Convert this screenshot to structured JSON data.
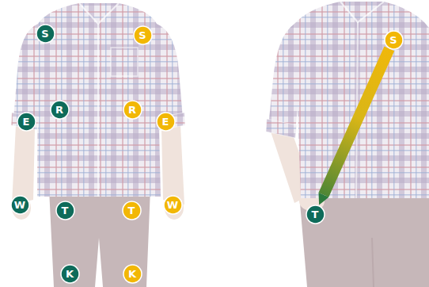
{
  "diagram": {
    "nodes": [
      {
        "text": [
          "S"
        ]
      },
      {
        "text": [
          "S"
        ]
      },
      {
        "text": [
          "E"
        ]
      },
      {
        "text": [
          "R"
        ]
      },
      {
        "text": [
          "R"
        ]
      },
      {
        "text": [
          "E"
        ]
      },
      {
        "text": [
          "W"
        ]
      },
      {
        "text": [
          "T"
        ]
      },
      {
        "text": [
          "T"
        ]
      },
      {
        "text": [
          "W"
        ]
      },
      {
        "text": [
          "K"
        ]
      },
      {
        "text": [
          "K"
        ]
      },
      {
        "text": [
          "S"
        ]
      },
      {
        "text": [
          "T"
        ]
      }
    ],
    "edges": [
      {
        "from": 12,
        "to": 13,
        "arrow": "to"
      }
    ]
  }
}
